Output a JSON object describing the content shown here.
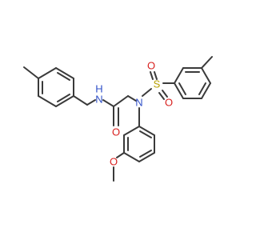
{
  "molecule": {
    "atoms": {
      "n_amide": {
        "symbol": "N",
        "label": "N",
        "h_label": "H",
        "element": "N"
      },
      "n_sulfonamide": {
        "symbol": "N",
        "label": "N",
        "element": "N"
      },
      "o_carbonyl": {
        "symbol": "O",
        "label": "O",
        "element": "O"
      },
      "o_ether": {
        "symbol": "O",
        "label": "O",
        "element": "O"
      },
      "s_sulfonyl": {
        "symbol": "S",
        "label": "S",
        "element": "S"
      },
      "o_sulfonyl_1": {
        "symbol": "O",
        "label": "O",
        "element": "O"
      },
      "o_sulfonyl_2": {
        "symbol": "O",
        "label": "O",
        "element": "O"
      }
    },
    "colors": {
      "bond": "#3a3a3a",
      "nitrogen": "#3050c8",
      "oxygen": "#d8201e",
      "sulfur": "#b8a000",
      "background": "#ffffff"
    }
  }
}
